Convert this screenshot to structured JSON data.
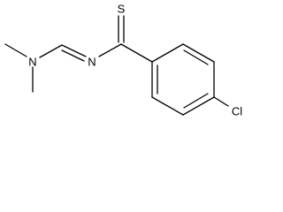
{
  "molecule": {
    "atoms": {
      "n_amine": "N",
      "n_imine": "N",
      "s_thione": "S",
      "cl": "Cl"
    }
  }
}
